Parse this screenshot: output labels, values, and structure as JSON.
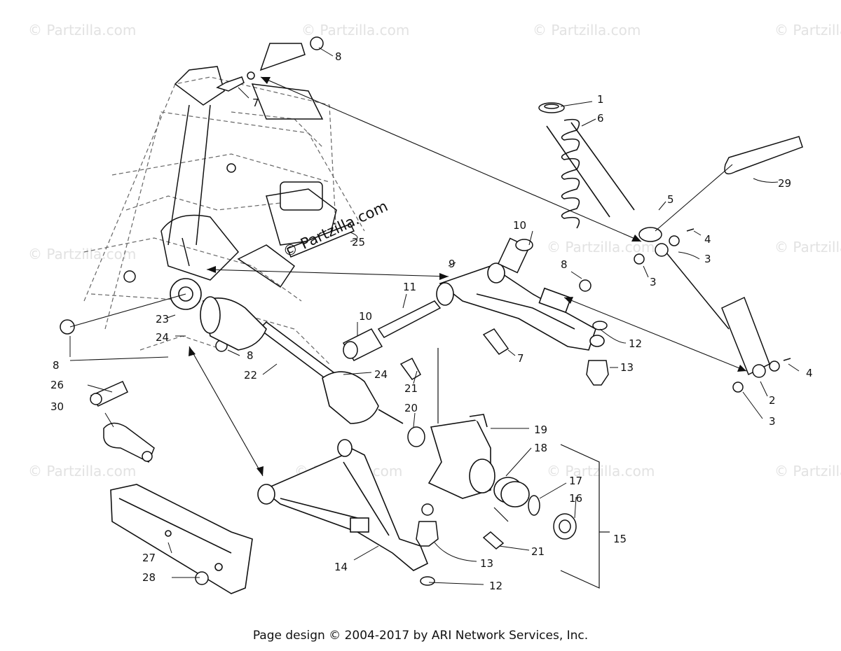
{
  "watermark_text": "© Partzilla.com",
  "footer_text": "Page design © 2004-2017 by ARI Network Services, Inc.",
  "callouts": {
    "c1": "1",
    "c6": "6",
    "c29": "29",
    "c5": "5",
    "c4a": "4",
    "c3a": "3",
    "c3b": "3",
    "c8a": "8",
    "c7a": "7",
    "c25": "25",
    "c10a": "10",
    "c9": "9",
    "c8b": "8",
    "c11": "11",
    "c10b": "10",
    "c12a": "12",
    "c7b": "7",
    "c13a": "13",
    "c4b": "4",
    "c2": "2",
    "c3c": "3",
    "c23": "23",
    "c24a": "24",
    "c8c": "8",
    "c8d": "8",
    "c22": "22",
    "c24b": "24",
    "c26": "26",
    "c30": "30",
    "c21a": "21",
    "c20": "20",
    "c19": "19",
    "c18": "18",
    "c17": "17",
    "c16": "16",
    "c15": "15",
    "c27": "27",
    "c28": "28",
    "c14": "14",
    "c13b": "13",
    "c21b": "21",
    "c12b": "12"
  }
}
